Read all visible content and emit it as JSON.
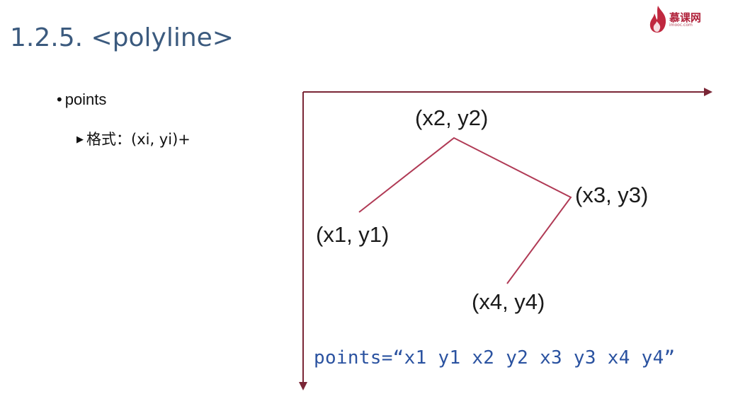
{
  "title": "1.2.5. <polyline>",
  "logo": {
    "name": "慕课网",
    "subtitle": "imooc.com",
    "icon": "flame-icon",
    "color": "#b0213a"
  },
  "bullets": {
    "main": "points",
    "sub": "格式：(xi, yi)+"
  },
  "diagram": {
    "axis_color": "#7a2636",
    "line_color": "#b03a55",
    "points": [
      {
        "label": "(x1, y1)"
      },
      {
        "label": "(x2, y2)"
      },
      {
        "label": "(x3, y3)"
      },
      {
        "label": "(x4, y4)"
      }
    ]
  },
  "code": "points=“x1 y1 x2 y2 x3 y3 x4 y4”"
}
